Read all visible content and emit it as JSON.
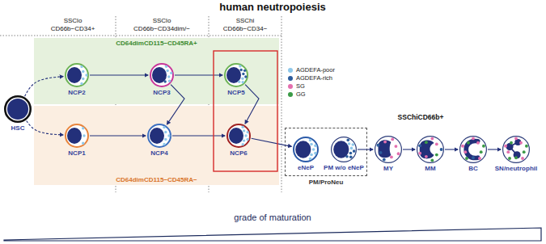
{
  "diagram": {
    "title": "human neutropoiesis",
    "nodes": [
      {
        "text": [
          "HSC"
        ]
      },
      {
        "text": [
          "CD64dimCD115−CD45RA+"
        ]
      },
      {
        "text": [
          "NCP2"
        ],
        "in": 1
      },
      {
        "text": [
          "NCP3"
        ],
        "in": 1
      },
      {
        "text": [
          "NCP5"
        ],
        "in": 1
      },
      {
        "text": [
          "CD64dimCD115−CD45RA−"
        ]
      },
      {
        "text": [
          "NCP1"
        ],
        "in": 5
      },
      {
        "text": [
          "NCP4"
        ],
        "in": 5
      },
      {
        "text": [
          "NCP6"
        ],
        "in": 5
      },
      {
        "text": [
          "PM/ProNeu"
        ]
      },
      {
        "text": [
          "eNeP"
        ],
        "in": 9
      },
      {
        "text": [
          "PM w/o eNeP"
        ],
        "in": 9
      },
      {
        "text": [
          "MY"
        ]
      },
      {
        "text": [
          "MM"
        ]
      },
      {
        "text": [
          "BC"
        ]
      },
      {
        "text": [
          "SN/neutrophil"
        ]
      }
    ],
    "edges": [
      {
        "from": 0,
        "to": 2,
        "arrow": "to"
      },
      {
        "from": 0,
        "to": 6,
        "arrow": "to"
      },
      {
        "from": 2,
        "to": 3,
        "arrow": "to"
      },
      {
        "from": 3,
        "to": 4,
        "arrow": "to"
      },
      {
        "from": 3,
        "to": 7,
        "arrow": "to"
      },
      {
        "from": 6,
        "to": 7,
        "arrow": "to"
      },
      {
        "from": 7,
        "to": 8,
        "arrow": "to"
      },
      {
        "from": 4,
        "to": 8,
        "arrow": "to"
      },
      {
        "from": 8,
        "to": 10,
        "arrow": "to"
      },
      {
        "from": 11,
        "to": 12,
        "arrow": "to"
      },
      {
        "from": 12,
        "to": 13,
        "arrow": "to"
      },
      {
        "from": 13,
        "to": 14,
        "arrow": "to"
      },
      {
        "from": 14,
        "to": 15,
        "arrow": "to"
      }
    ],
    "labels": [
      "SSClo",
      "CD66b−CD34+",
      "SSClo",
      "CD66b−CD34dim/−",
      "SSChi",
      "CD66b−CD34−",
      "SSChiCD66b+",
      "grade of maturation"
    ],
    "legend": [
      {
        "text": "AGDEFA-poor",
        "color": "#8fc8ea"
      },
      {
        "text": "AGDEFA-rich",
        "color": "#2c5c9c"
      },
      {
        "text": "SG",
        "color": "#e36fae"
      },
      {
        "text": "GG",
        "color": "#3b9a47"
      }
    ]
  }
}
